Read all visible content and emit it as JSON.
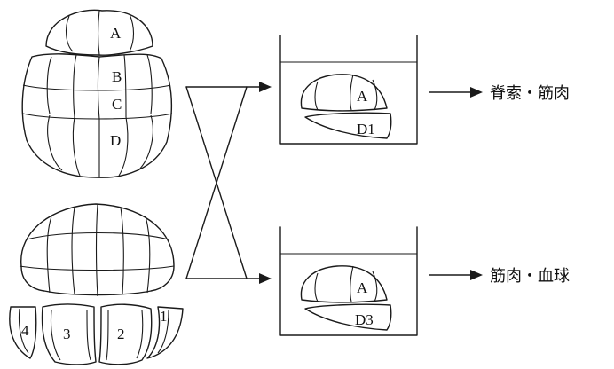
{
  "embryo_top": {
    "labels": {
      "a": "A",
      "b": "B",
      "c": "C",
      "d": "D"
    }
  },
  "embryo_bottom": {
    "fragments": [
      "4",
      "3",
      "2",
      "1"
    ]
  },
  "dish_top": {
    "cap_label": "A",
    "piece_label": "D1",
    "result": "脊索・筋肉"
  },
  "dish_bottom": {
    "cap_label": "A",
    "piece_label": "D3",
    "result": "筋肉・血球"
  }
}
